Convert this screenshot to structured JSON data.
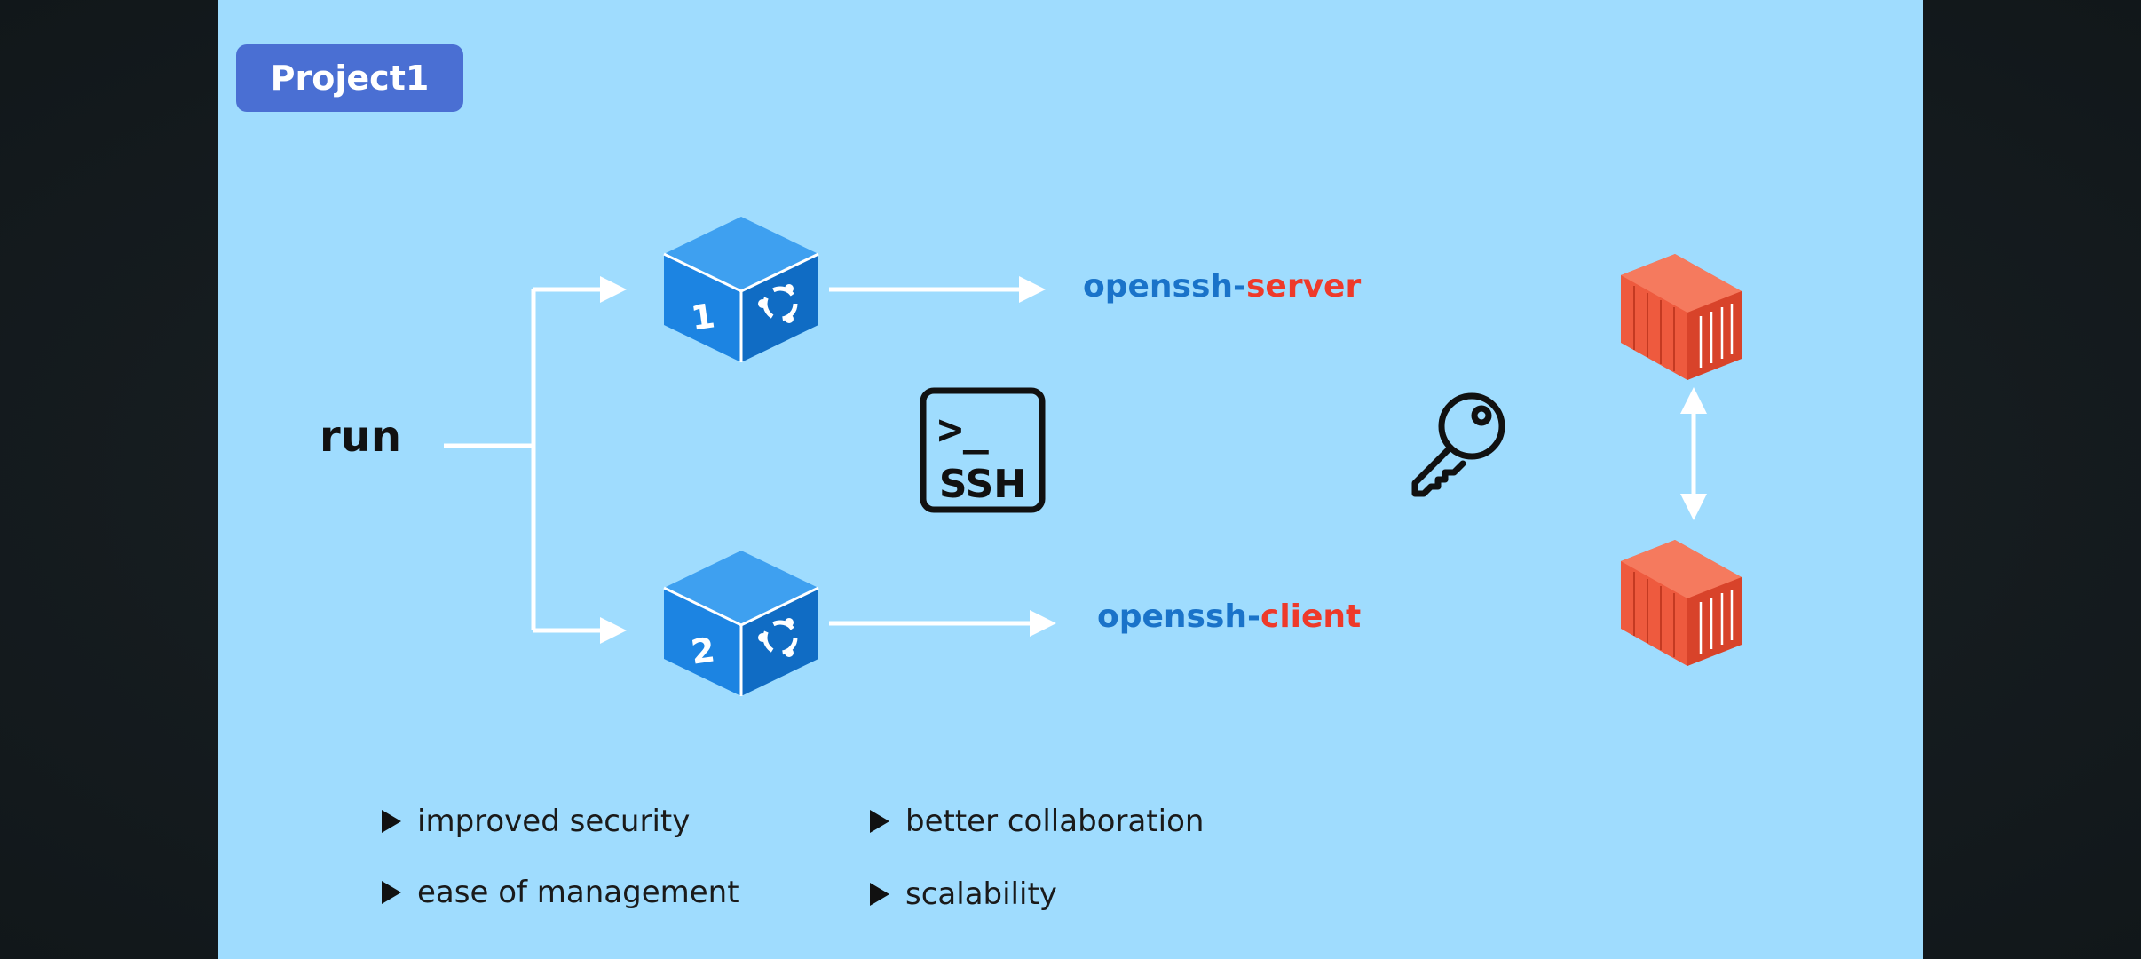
{
  "badge": {
    "label": "Project1"
  },
  "run_label": "run",
  "services": {
    "server": {
      "base": "openssh",
      "dash": "-",
      "role": "server"
    },
    "client": {
      "base": "openssh",
      "dash": "-",
      "role": "client"
    }
  },
  "nodes": [
    {
      "number": "1"
    },
    {
      "number": "2"
    }
  ],
  "ssh_icon": {
    "prompt": ">_",
    "label": "SSH"
  },
  "icons": [
    "ubuntu-logo-icon",
    "ssh-terminal-icon",
    "key-icon",
    "container-icon",
    "bidirectional-arrow-icon"
  ],
  "colors": {
    "background": "#9fdcfe",
    "badge": "#4a6fd3",
    "cube_top": "#3ea0f0",
    "cube_front": "#1c84e2",
    "cube_side": "#106cc4",
    "openssh": "#1a73c9",
    "role": "#ee3a2a",
    "container": "#ee5a3e"
  },
  "benefits": [
    "improved security",
    "ease of management",
    "better collaboration",
    "scalability"
  ]
}
